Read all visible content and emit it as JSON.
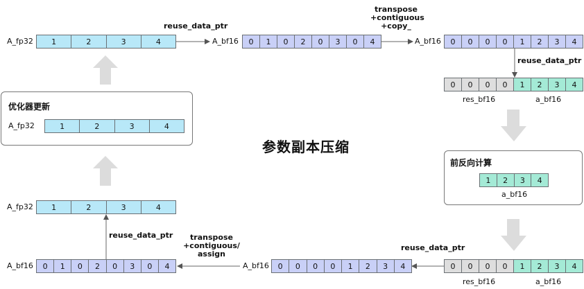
{
  "title": "参数副本压缩",
  "row1": {
    "a_fp32": {
      "label": "A_fp32",
      "cells": [
        "1",
        "2",
        "3",
        "4"
      ]
    },
    "op1": "reuse_data_ptr",
    "a_bf16": {
      "label": "A_bf16",
      "cells": [
        "0",
        "1",
        "0",
        "2",
        "0",
        "3",
        "0",
        "4"
      ]
    },
    "op2": [
      "transpose",
      "+contiguous",
      "+copy_"
    ],
    "a_bf16_right": {
      "label": "A_bf16",
      "cells": [
        "0",
        "0",
        "0",
        "0",
        "1",
        "2",
        "3",
        "4"
      ]
    }
  },
  "right_split": {
    "op": "reuse_data_ptr",
    "cells": [
      "0",
      "0",
      "0",
      "0",
      "1",
      "2",
      "3",
      "4"
    ],
    "res_label": "res_bf16",
    "a_label": "a_bf16"
  },
  "compute_panel": {
    "title": "前反向计算",
    "cells": [
      "1",
      "2",
      "3",
      "4"
    ],
    "label": "a_bf16"
  },
  "bottom_right": {
    "op": "reuse_data_ptr",
    "cells": [
      "0",
      "0",
      "0",
      "0",
      "1",
      "2",
      "3",
      "4"
    ],
    "res_label": "res_bf16",
    "a_label": "a_bf16"
  },
  "bottom_mid": {
    "label": "A_bf16",
    "cells": [
      "0",
      "0",
      "0",
      "0",
      "1",
      "2",
      "3",
      "4"
    ]
  },
  "bottom_op": [
    "transpose",
    "+contiguous/",
    "assign"
  ],
  "bottom_left": {
    "label": "A_bf16",
    "cells": [
      "0",
      "1",
      "0",
      "2",
      "0",
      "3",
      "0",
      "4"
    ]
  },
  "bottom_left_op": "reuse_data_ptr",
  "bottom_fp32": {
    "label": "A_fp32",
    "cells": [
      "1",
      "2",
      "3",
      "4"
    ]
  },
  "optimizer_panel": {
    "title": "优化器更新",
    "label": "A_fp32",
    "cells": [
      "1",
      "2",
      "3",
      "4"
    ]
  }
}
